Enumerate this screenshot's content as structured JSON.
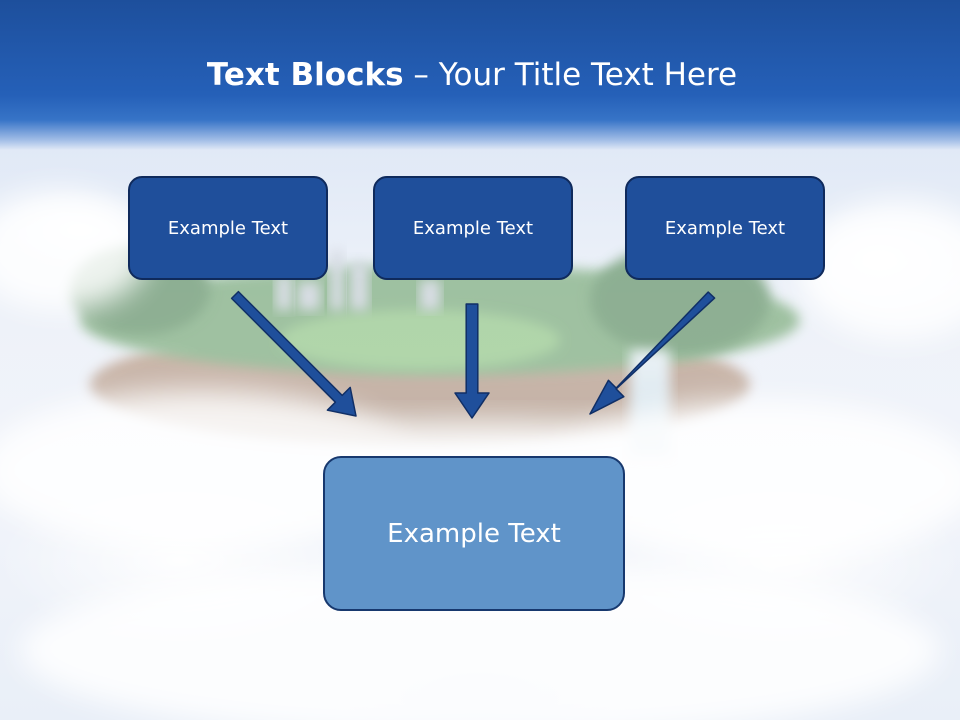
{
  "title": {
    "bold": "Text Blocks",
    "dash": " – ",
    "rest": "Your Title Text Here"
  },
  "boxes": [
    {
      "label": "Example Text"
    },
    {
      "label": "Example Text"
    },
    {
      "label": "Example Text"
    }
  ],
  "center_box": {
    "label": "Example Text"
  },
  "colors": {
    "header": "#2560b8",
    "box_fill": "#1f4f9b",
    "box_border": "#0f2a5c",
    "center_fill": "#6094c9",
    "arrow_fill": "#1f4f9b"
  }
}
